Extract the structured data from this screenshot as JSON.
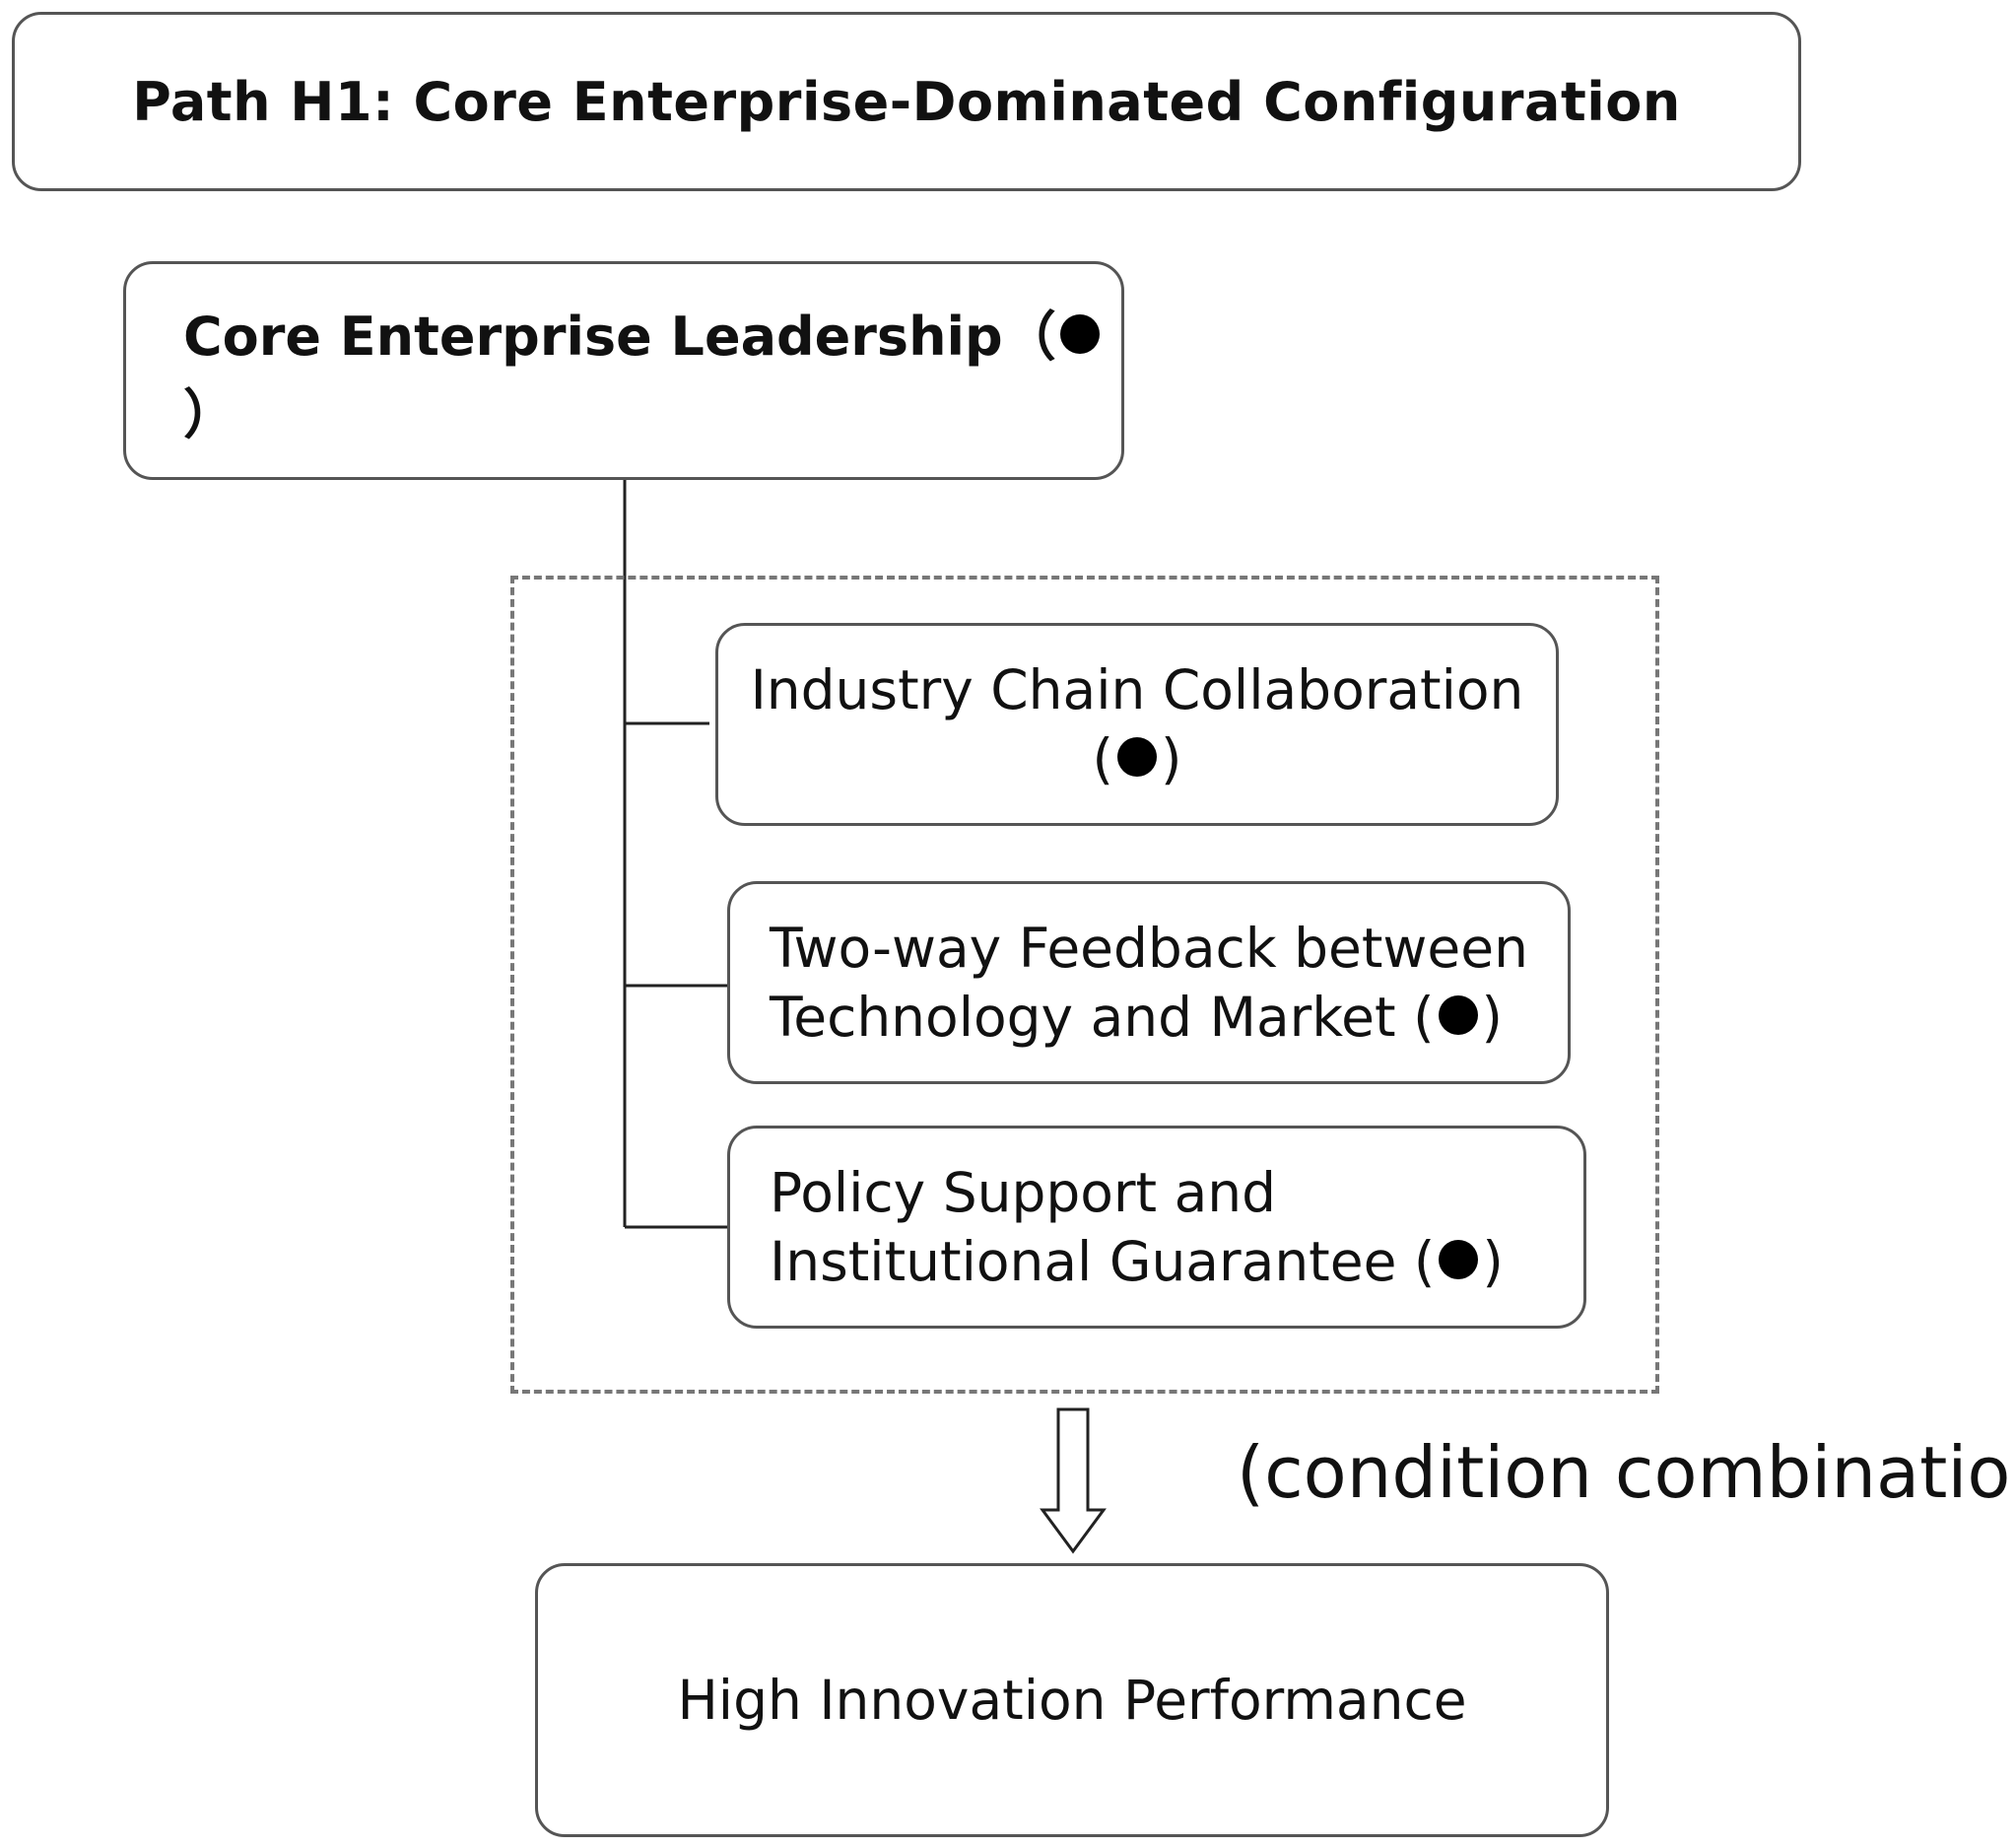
{
  "title": "Path H1: Core Enterprise-Dominated Configuration",
  "leader": {
    "label": "Core Enterprise Leadership",
    "open": "（",
    "close": "）",
    "marker": "black-dot"
  },
  "conditions": [
    {
      "line1": "Industry Chain Collaboration",
      "line2_open": "(",
      "line2_close": ")",
      "marker": "black-dot"
    },
    {
      "line1": "Two-way Feedback between",
      "line2": "Technology and Market (",
      "close": ")",
      "marker": "black-dot"
    },
    {
      "line1": "Policy Support and",
      "line2": "Institutional Guarantee (",
      "close": ")",
      "marker": "black-dot"
    }
  ],
  "arrow_label": "(condition combination)",
  "outcome": "High Innovation Performance",
  "colors": {
    "border": "#555555",
    "dashed": "#777777",
    "dot": "#000000",
    "text": "#111111"
  }
}
